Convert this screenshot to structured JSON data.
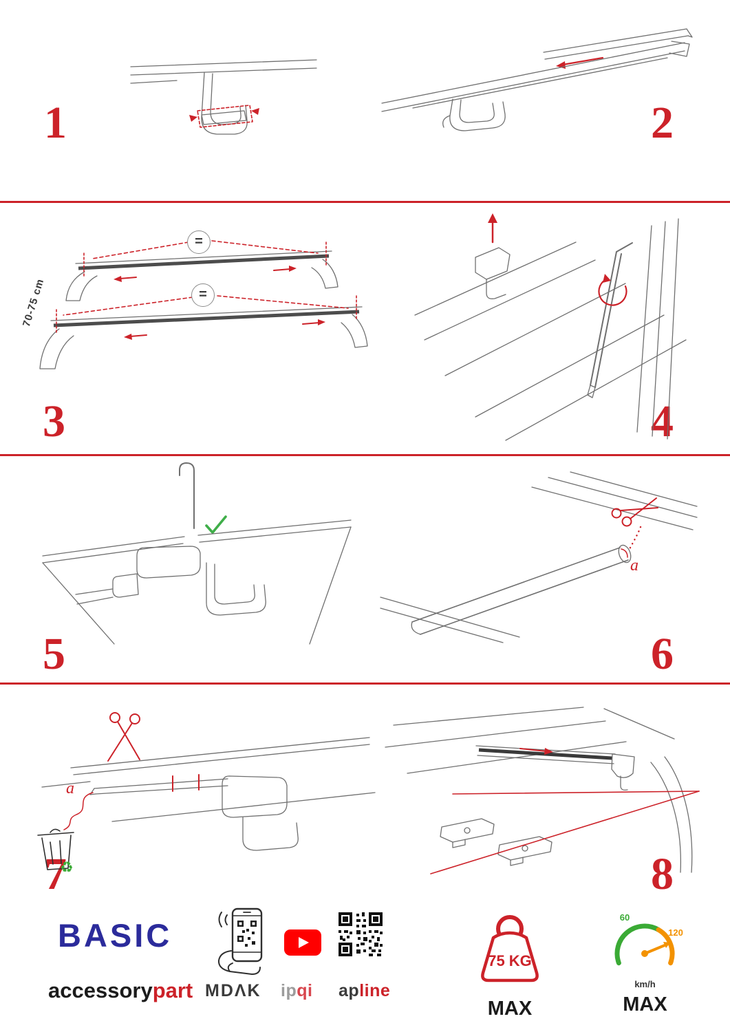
{
  "colors": {
    "accent_red": "#cc2229",
    "brand_blue": "#2b2b9b",
    "check_green": "#3fae49",
    "gauge_green": "#3aaa35",
    "gauge_orange": "#f39200",
    "youtube_red": "#ff0000"
  },
  "steps": {
    "s1": {
      "number": "1"
    },
    "s2": {
      "number": "2"
    },
    "s3": {
      "number": "3",
      "measure": "70-75 cm",
      "equals": "="
    },
    "s4": {
      "number": "4"
    },
    "s5": {
      "number": "5"
    },
    "s6": {
      "number": "6",
      "cut_label": "a"
    },
    "s7": {
      "number": "7",
      "cut_label": "a"
    },
    "s8": {
      "number": "8"
    }
  },
  "icons": {
    "recycle_glyph": "♻"
  },
  "footer": {
    "brand": "BASIC",
    "brand_sub_dark": "accessory",
    "brand_sub_red": "part",
    "partner_mdak": "MDΛK",
    "partner_ipqi_gray": "ip",
    "partner_ipqi_red": "qi",
    "partner_apline_dark": "ap",
    "partner_apline_red": "line",
    "weight_value": "75 KG",
    "weight_max_label": "MAX",
    "gauge_low": "60",
    "gauge_high": "120",
    "gauge_unit": "km/h",
    "gauge_max_label": "MAX"
  }
}
